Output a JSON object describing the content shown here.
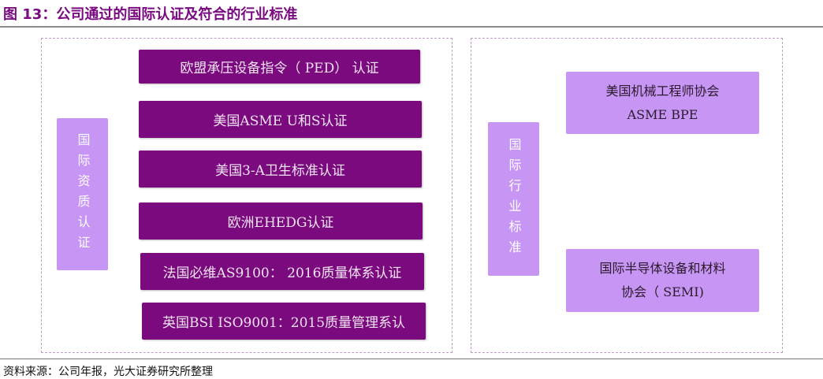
{
  "title": "图 13：公司通过的国际认证及符合的行业标准",
  "left_group": {
    "label": "国际资质认证",
    "items": [
      "欧盟承压设备指令（ PED） 认证",
      "美国ASME U和S认证",
      "美国3-A卫生标准认证",
      "欧洲EHEDG认证",
      "法国必维AS9100： 2016质量体系认证",
      "英国BSI ISO9001：2015质量管理系认"
    ]
  },
  "right_group": {
    "label": "国际行业标准",
    "items": [
      {
        "line1": "美国机械工程师协会",
        "line2": "ASME BPE"
      },
      {
        "line1": "国际半导体设备和材料",
        "line2": "协会（ SEMI)"
      }
    ]
  },
  "source": "资料来源：公司年报，光大证券研究所整理",
  "colors": {
    "dark": "#7b0a7f",
    "light": "#c796f5",
    "title": "#7a0a80"
  }
}
